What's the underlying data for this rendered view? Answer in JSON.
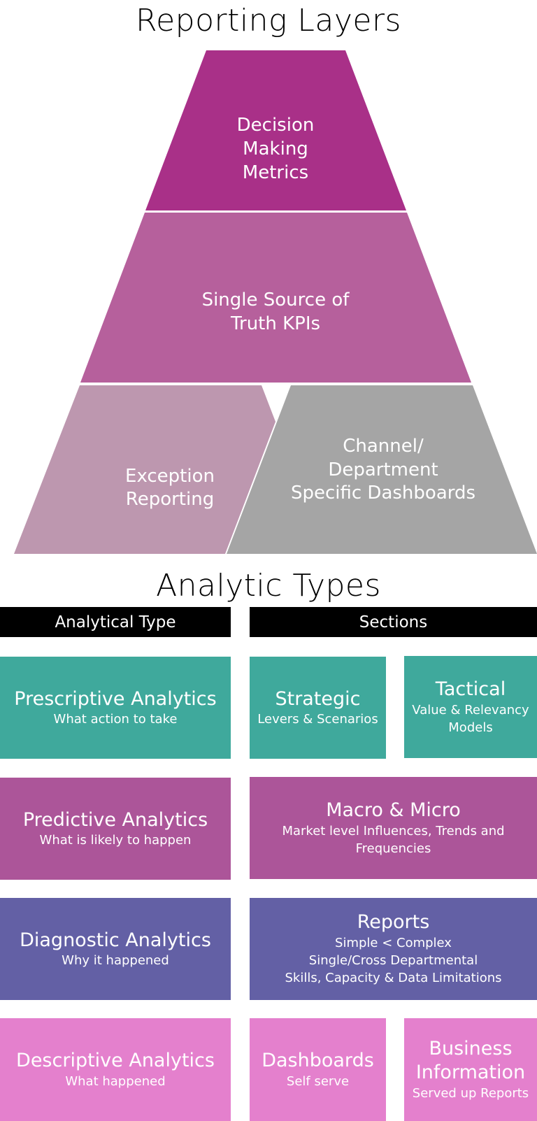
{
  "pyramid": {
    "title": "Reporting Layers",
    "top": {
      "line1": "Decision",
      "line2": "Making",
      "line3": "Metrics",
      "color": "#a93088"
    },
    "middle": {
      "line1": "Single Source of",
      "line2": "Truth KPIs",
      "color": "#b6609c"
    },
    "bottom_left": {
      "line1": "Exception",
      "line2": "Reporting",
      "color": "#bd97af"
    },
    "bottom_right": {
      "line1": "Channel/",
      "line2": "Department",
      "line3": "Specific Dashboards",
      "color": "#a5a5a5"
    }
  },
  "analytic": {
    "title": "Analytic Types",
    "headers": {
      "left": "Analytical Type",
      "right": "Sections"
    },
    "rows": [
      {
        "type": {
          "name": "Prescriptive Analytics",
          "desc": "What action to take"
        },
        "sections": [
          {
            "name": "Strategic",
            "desc": "Levers & Scenarios"
          },
          {
            "name": "Tactical",
            "desc1": "Value & Relevancy",
            "desc2": "Models"
          }
        ],
        "color": "#3fa99c"
      },
      {
        "type": {
          "name": "Predictive Analytics",
          "desc": "What is likely to happen"
        },
        "sections": [
          {
            "name": "Macro & Micro",
            "desc1": "Market level Influences, Trends and",
            "desc2": "Frequencies"
          }
        ],
        "color": "#ac5599"
      },
      {
        "type": {
          "name": "Diagnostic Analytics",
          "desc": "Why it happened"
        },
        "sections": [
          {
            "name": "Reports",
            "desc1": "Simple < Complex",
            "desc2": "Single/Cross Departmental",
            "desc3": "Skills, Capacity & Data Limitations"
          }
        ],
        "color": "#6360a5"
      },
      {
        "type": {
          "name": "Descriptive Analytics",
          "desc": "What happened"
        },
        "sections": [
          {
            "name": "Dashboards",
            "desc": "Self serve"
          },
          {
            "name1": "Business",
            "name2": "Information",
            "desc": "Served up Reports"
          }
        ],
        "color": "#e480cd"
      }
    ]
  }
}
